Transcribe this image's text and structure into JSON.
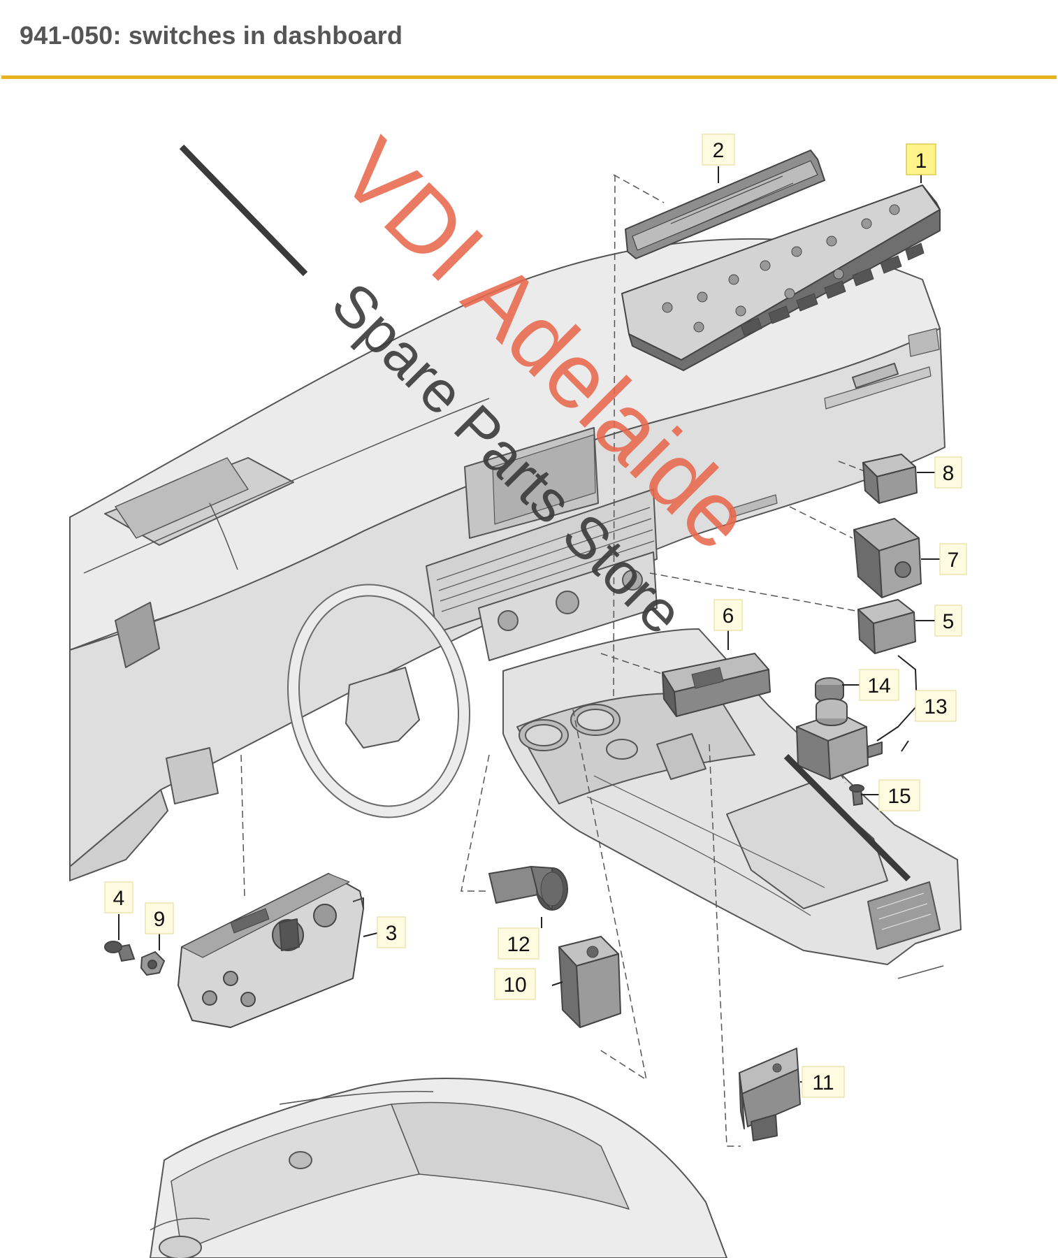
{
  "header": {
    "title": "941-050: switches in dashboard",
    "rule_color": "#e8b21c"
  },
  "watermark": {
    "line1": "VDI Adelaide",
    "line2": "Spare Parts Store",
    "line1_color": "#e8684c",
    "line2_color": "#3a3a3a"
  },
  "callouts": [
    {
      "id": "1",
      "label": "1",
      "highlighted": true
    },
    {
      "id": "2",
      "label": "2",
      "highlighted": false
    },
    {
      "id": "3",
      "label": "3",
      "highlighted": false
    },
    {
      "id": "4",
      "label": "4",
      "highlighted": false
    },
    {
      "id": "5",
      "label": "5",
      "highlighted": false
    },
    {
      "id": "6",
      "label": "6",
      "highlighted": false
    },
    {
      "id": "7",
      "label": "7",
      "highlighted": false
    },
    {
      "id": "8",
      "label": "8",
      "highlighted": false
    },
    {
      "id": "9",
      "label": "9",
      "highlighted": false
    },
    {
      "id": "10",
      "label": "10",
      "highlighted": false
    },
    {
      "id": "11",
      "label": "11",
      "highlighted": false
    },
    {
      "id": "12",
      "label": "12",
      "highlighted": false
    },
    {
      "id": "13",
      "label": "13",
      "highlighted": false
    },
    {
      "id": "14",
      "label": "14",
      "highlighted": false
    },
    {
      "id": "15",
      "label": "15",
      "highlighted": false
    }
  ],
  "colors": {
    "part_fill": "#e4e4e4",
    "part_dark": "#9a9a9a",
    "line": "#555555",
    "callout_box": "#fffbe0",
    "callout_highlight": "#fff38a"
  }
}
